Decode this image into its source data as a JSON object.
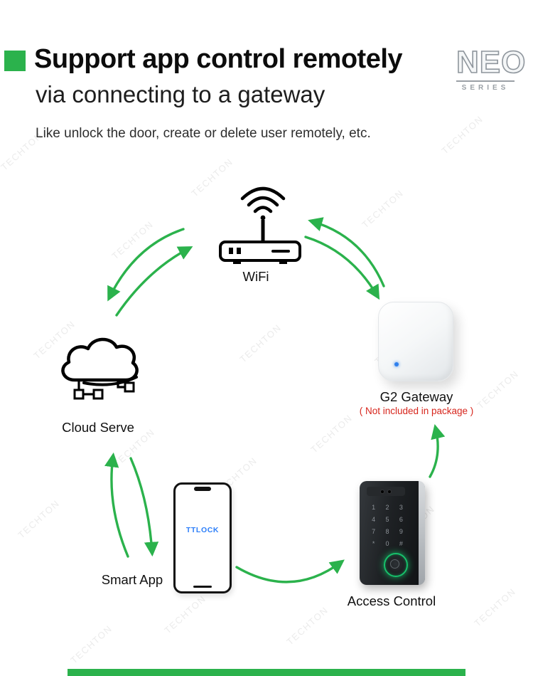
{
  "colors": {
    "accent_green": "#2BB24C",
    "note_red": "#D7261D",
    "ttlock_blue": "#2D7FF9",
    "gateway_led_blue": "#2F80ED",
    "fingerprint_green": "#17C16B"
  },
  "header": {
    "title": "Support app control remotely",
    "subtitle": "via connecting to a gateway",
    "tagline": "Like unlock the door, create or delete user remotely, etc.",
    "logo": {
      "name": "NEO",
      "series": "SERIES"
    }
  },
  "diagram": {
    "nodes": {
      "wifi": {
        "label": "WiFi"
      },
      "gateway": {
        "label": "G2 Gateway",
        "note": "( Not included in package )"
      },
      "cloud": {
        "label": "Cloud Serve"
      },
      "app": {
        "label": "Smart App",
        "screen_brand": "TTLOCK"
      },
      "access": {
        "label": "Access Control",
        "keypad": [
          "1",
          "2",
          "3",
          "4",
          "5",
          "6",
          "7",
          "8",
          "9",
          "*",
          "0",
          "#"
        ]
      }
    }
  },
  "watermark": {
    "text": "TECHTON"
  }
}
